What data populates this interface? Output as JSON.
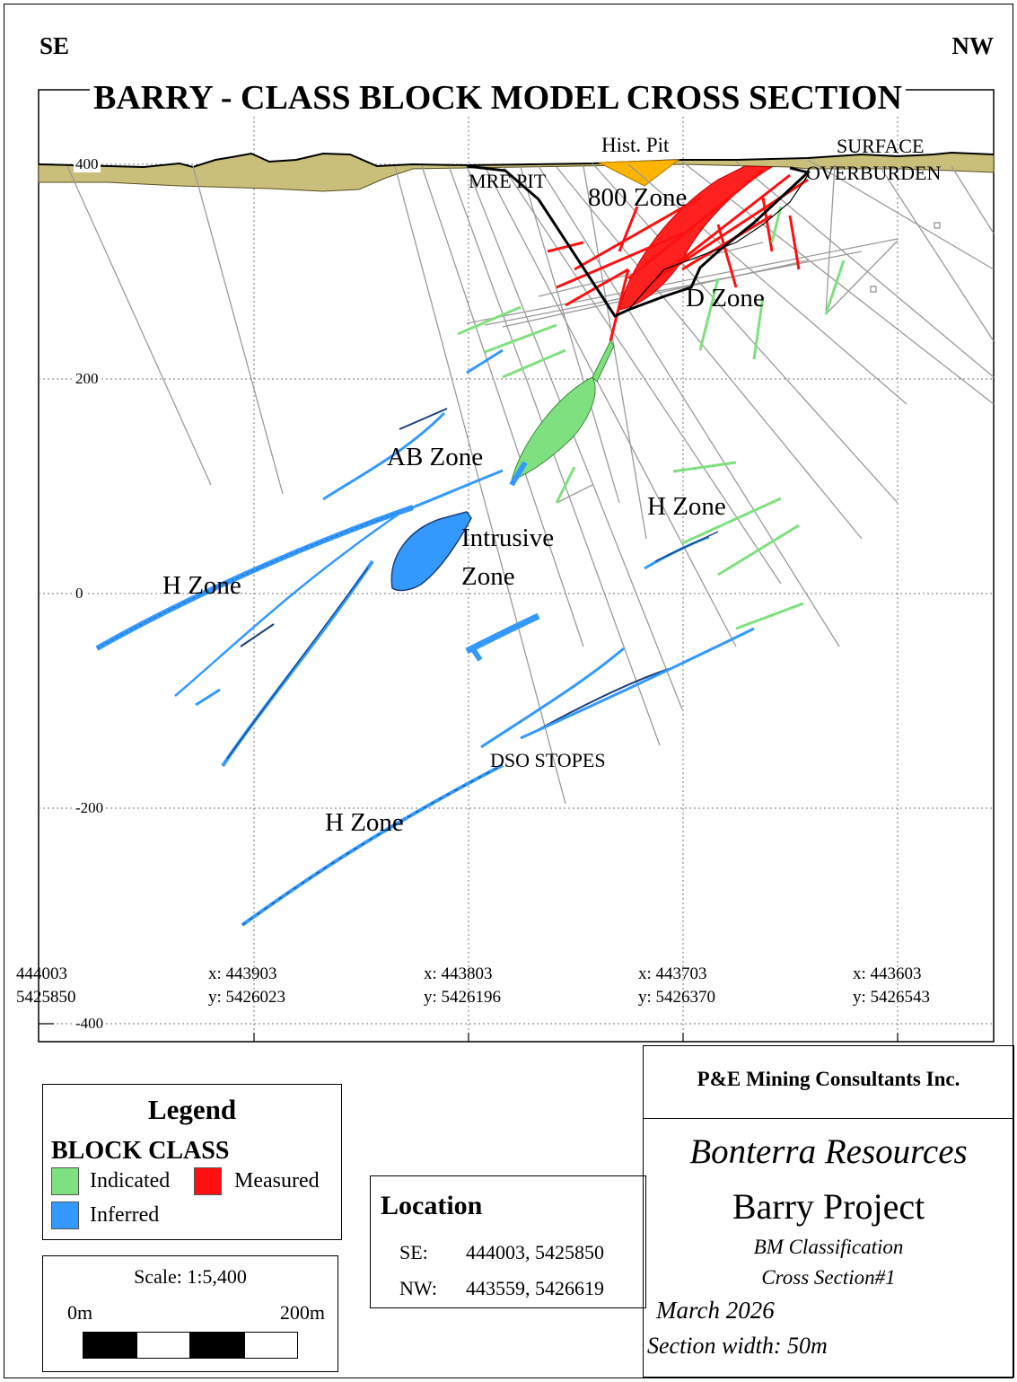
{
  "corners": {
    "left": "SE",
    "right": "NW"
  },
  "title": "BARRY - CLASS BLOCK MODEL CROSS SECTION",
  "elevation_ticks": [
    "400",
    "200",
    "0",
    "-200",
    "-400"
  ],
  "grid_coordinates": [
    {
      "x": "444003",
      "y": "5425850"
    },
    {
      "x": "x: 443903",
      "y": "y: 5426023"
    },
    {
      "x": "x: 443803",
      "y": "y: 5426196"
    },
    {
      "x": "x: 443703",
      "y": "y: 5426370"
    },
    {
      "x": "x: 443603",
      "y": "y: 5426543"
    }
  ],
  "labels": {
    "hist_pit": "Hist. Pit",
    "surface": "SURFACE",
    "overburden": "OVERBURDEN",
    "mre_pit": "MRE PIT",
    "zone_800": "800 Zone",
    "d_zone": "D Zone",
    "ab_zone": "AB Zone",
    "h_zone_right": "H Zone",
    "intrusive_1": "Intrusive",
    "intrusive_2": "Zone",
    "h_zone_left": "H Zone",
    "dso_stopes": "DSO STOPES",
    "h_zone_bottom": "H Zone"
  },
  "colors": {
    "indicated": "#7fe07f",
    "measured": "#ff1010",
    "inferred": "#3399ff",
    "overburden": "#c9bf7a",
    "hist_pit": "#ffb400",
    "drillhole": "#9a9a9a"
  },
  "legend": {
    "title": "Legend",
    "subtitle": "BLOCK CLASS",
    "indicated": "Indicated",
    "measured": "Measured",
    "inferred": "Inferred"
  },
  "scale": {
    "title": "Scale: 1:5,400",
    "start": "0m",
    "end": "200m"
  },
  "location": {
    "title": "Location",
    "se_label": "SE:",
    "se_value": "444003, 5425850",
    "nw_label": "NW:",
    "nw_value": "443559, 5426619"
  },
  "company": "P&E Mining Consultants Inc.",
  "titleblock": {
    "client": "Bonterra Resources",
    "project": "Barry Project",
    "desc1": "BM Classification",
    "desc2": "Cross Section#1",
    "date": "March 2026",
    "width": "Section width: 50m"
  }
}
